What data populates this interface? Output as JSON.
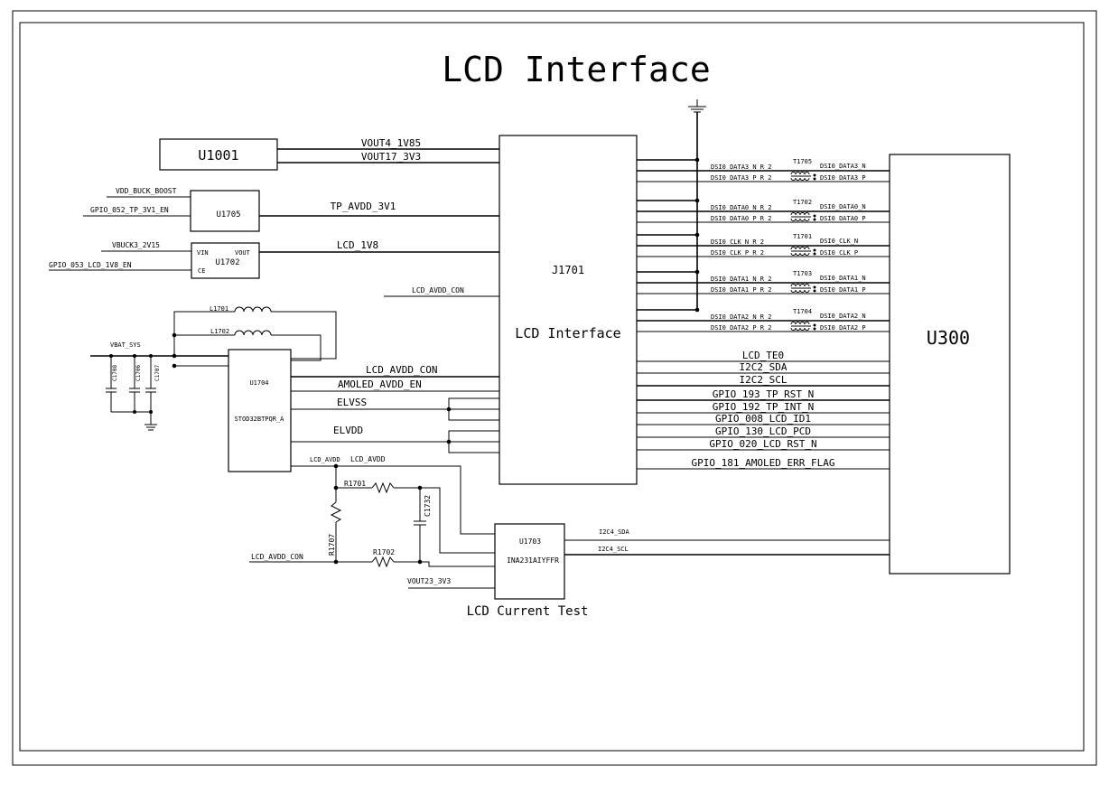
{
  "title": "LCD Interface",
  "blocks": {
    "u1001": "U1001",
    "u1705": "U1705",
    "u1702": "U1702",
    "u1702_vin": "VIN",
    "u1702_vout": "VOUT",
    "u1702_ce": "CE",
    "u1704": "U1704",
    "u1704_part": "STOD32BTPQR_A",
    "j1701": "J1701",
    "j1701_desc": "LCD Interface",
    "u300": "U300",
    "u1703": "U1703",
    "u1703_part": "INA231AIYFFR"
  },
  "nets": {
    "vout4": "VOUT4_1V85",
    "vout17": "VOUT17_3V3",
    "vdd_buck_boost": "VDD_BUCK_BOOST",
    "gpio052": "GPIO_052_TP_3V1_EN",
    "tp_avdd": "TP_AVDD_3V1",
    "vbuck3": "VBUCK3_2V15",
    "gpio053": "GPIO_053_LCD_1V8_EN",
    "lcd_1v8": "LCD_1V8",
    "lcd_avdd_con_in": "LCD_AVDD_CON",
    "vbat_sys": "VBAT_SYS",
    "lcd_avdd_con": "LCD_AVDD_CON",
    "amoled_avdd_en": "AMOLED_AVDD_EN",
    "elvss": "ELVSS",
    "elvdd": "ELVDD",
    "lcd_avdd_a": "LCD_AVDD",
    "lcd_avdd_b": "LCD_AVDD",
    "lcd_avdd_con2": "LCD_AVDD_CON",
    "vout23": "VOUT23_3V3",
    "i2c4_sda": "I2C4_SDA",
    "i2c4_scl": "I2C4_SCL",
    "current_test": "LCD  Current Test"
  },
  "components": {
    "l1701": "L1701",
    "l1702": "L1702",
    "c1708": "C1708",
    "c1706": "C1706",
    "c1707": "C1707",
    "r1701": "R1701",
    "r1702": "R1702",
    "r1707": "R1707",
    "c1732": "C1732",
    "t1705": "T1705",
    "t1702": "T1702",
    "t1701": "T1701",
    "t1703": "T1703",
    "t1704": "T1704"
  },
  "dsi_pairs": [
    {
      "left_n": "DSI0_DATA3_N_R_2",
      "left_p": "DSI0_DATA3_P_R_2",
      "right_n": "DSI0_DATA3_N",
      "right_p": "DSI0_DATA3_P"
    },
    {
      "left_n": "DSI0_DATA0_N_R_2",
      "left_p": "DSI0_DATA0_P_R_2",
      "right_n": "DSI0_DATA0_N",
      "right_p": "DSI0_DATA0_P"
    },
    {
      "left_n": "DSI0_CLK_N_R_2",
      "left_p": "DSI0_CLK_P_R_2",
      "right_n": "DSI0_CLK_N",
      "right_p": "DSI0_CLK_P"
    },
    {
      "left_n": "DSI0_DATA1_N_R_2",
      "left_p": "DSI0_DATA1_P_R_2",
      "right_n": "DSI0_DATA1_N",
      "right_p": "DSI0_DATA1_P"
    },
    {
      "left_n": "DSI0_DATA2_N_R_2",
      "left_p": "DSI0_DATA2_P_R_2",
      "right_n": "DSI0_DATA2_N",
      "right_p": "DSI0_DATA2_P"
    }
  ],
  "signals": [
    "LCD_TE0",
    "I2C2_SDA",
    "I2C2_SCL",
    "GPIO_193_TP_RST_N",
    "GPIO_192_TP_INT_N",
    "GPIO_008_LCD_ID1",
    "GPIO_130_LCD_PCD",
    "GPIO_020_LCD_RST_N",
    "GPIO_181_AMOLED_ERR_FLAG"
  ]
}
